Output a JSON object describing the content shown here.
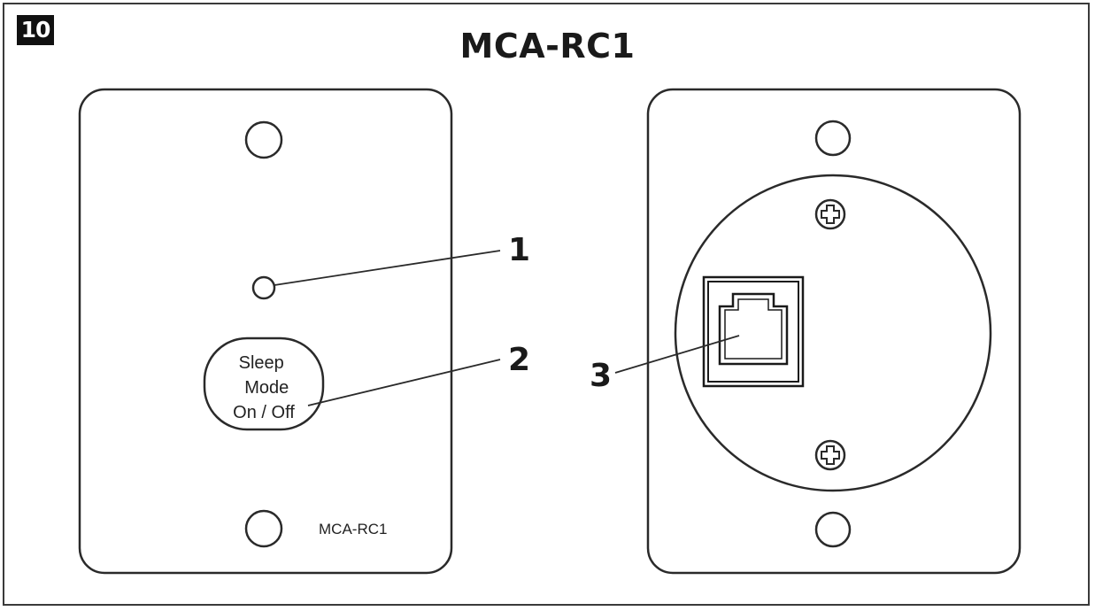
{
  "figure": {
    "number": "10",
    "title": "MCA-RC1"
  },
  "front_plate": {
    "button_lines": [
      "Sleep",
      "Mode",
      "On / Off"
    ],
    "model_label": "MCA-RC1"
  },
  "callouts": {
    "led": "1",
    "button": "2",
    "jack": "3"
  }
}
